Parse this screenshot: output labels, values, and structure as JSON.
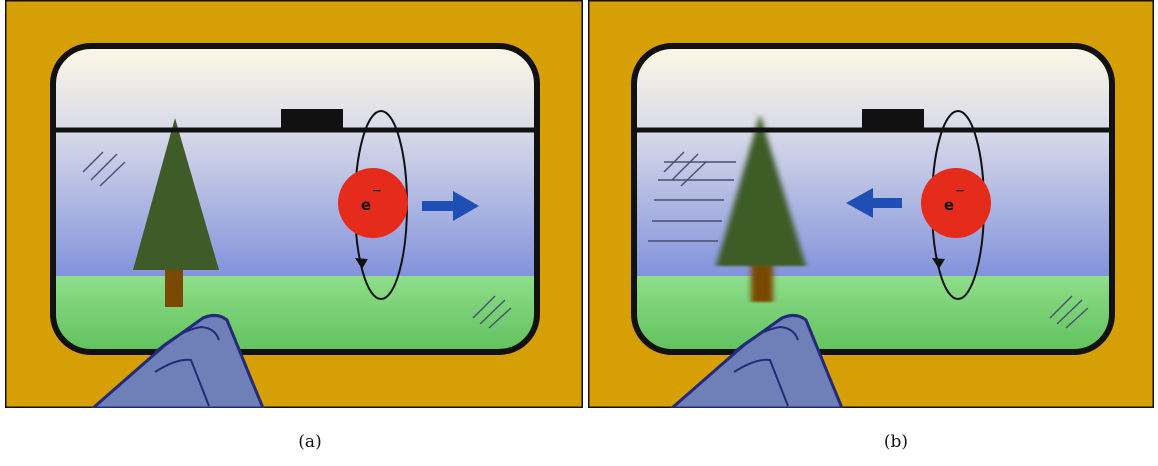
{
  "colors": {
    "frame_brown": "#d69f05",
    "border_black": "#111111",
    "sky_top": "#fcf8e6",
    "sky_bottom": "#7f90db",
    "grass_top": "#8ede8a",
    "grass_bottom": "#62c25c",
    "tree_green": "#3e5b28",
    "trunk_brown": "#7a4a05",
    "electron_red": "#e52c1c",
    "arrow_blue": "#1f4fb5",
    "seat_blue": "#6f7fb8",
    "seat_edge": "#232a7a"
  },
  "panels": [
    {
      "id": "a",
      "caption": "(a)",
      "electron_label": "e",
      "electron_charge": "−",
      "motion_arrow_direction": "right",
      "tree_motion_blur": false
    },
    {
      "id": "b",
      "caption": "(b)",
      "electron_label": "e",
      "electron_charge": "−",
      "motion_arrow_direction": "left",
      "tree_motion_blur": true
    }
  ]
}
